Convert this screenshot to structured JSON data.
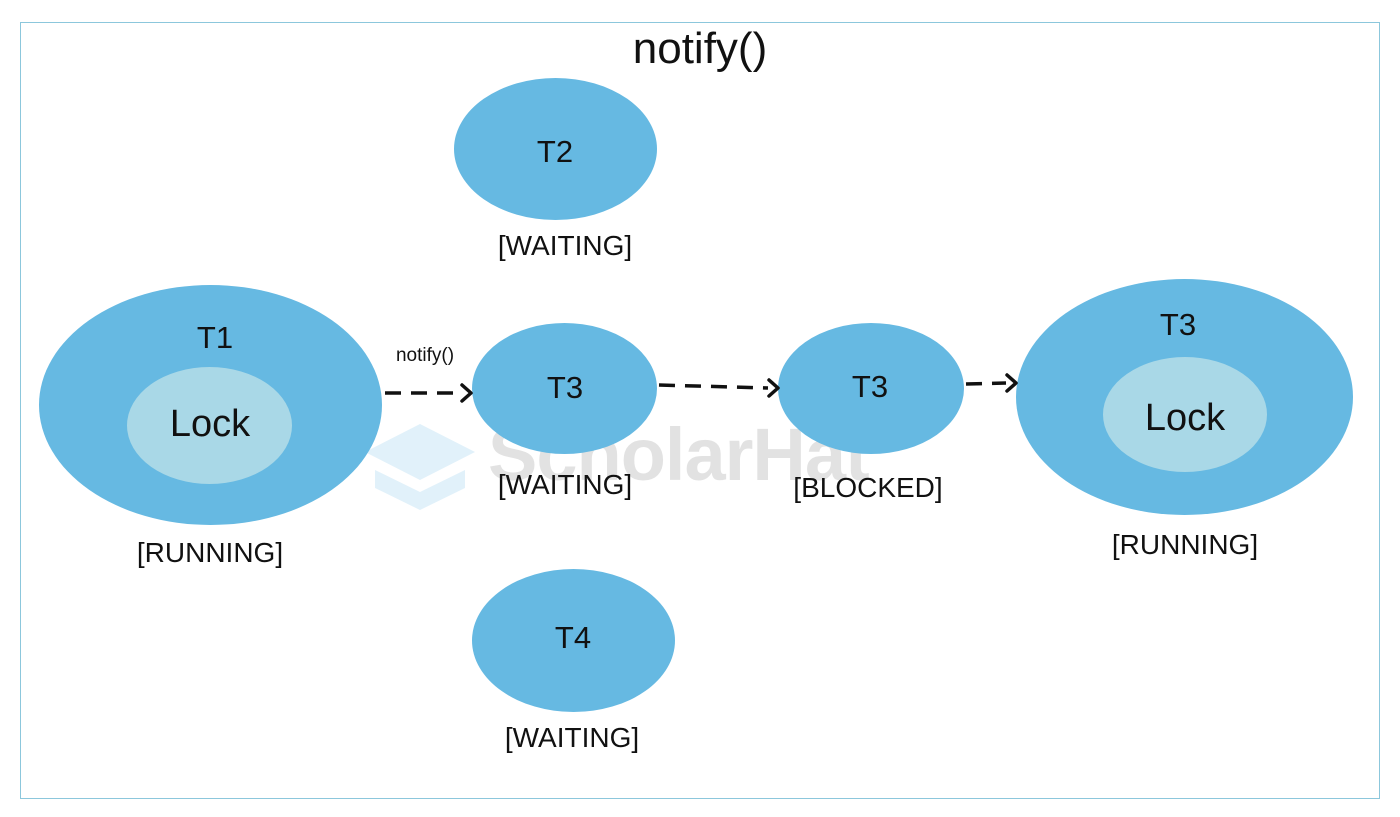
{
  "title": "notify()",
  "watermark": "ScholarHat",
  "nodes": {
    "t1": {
      "name": "T1",
      "inner": "Lock",
      "state": "[RUNNING]"
    },
    "t2": {
      "name": "T2",
      "state": "[WAITING]"
    },
    "t3_waiting": {
      "name": "T3",
      "state": "[WAITING]"
    },
    "t3_blocked": {
      "name": "T3",
      "state": "[BLOCKED]"
    },
    "t3_running": {
      "name": "T3",
      "inner": "Lock",
      "state": "[RUNNING]"
    },
    "t4": {
      "name": "T4",
      "state": "[WAITING]"
    }
  },
  "edges": {
    "notify_label": "notify()"
  },
  "colors": {
    "node_fill": "#66b9e2",
    "lock_fill": "#a9d8e7",
    "frame_border": "#8cc7dc",
    "arrow": "#111111"
  }
}
